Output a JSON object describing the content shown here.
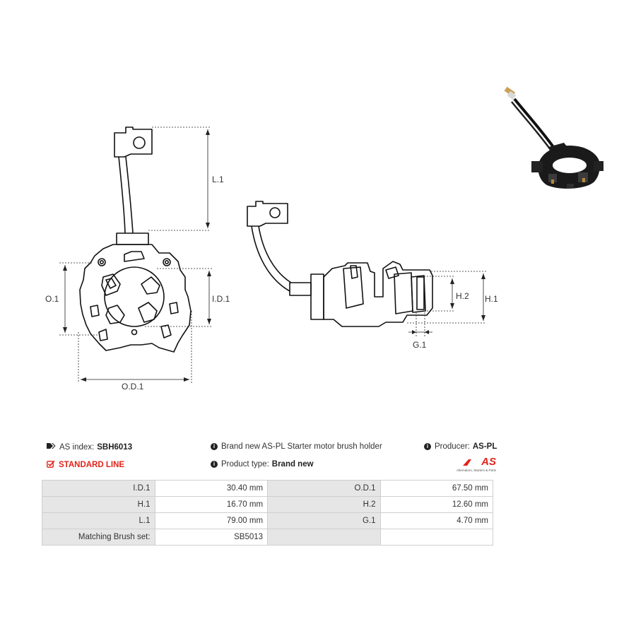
{
  "header": {
    "as_index_label": "AS index:",
    "as_index_value": "SBH6013",
    "line_label": "STANDARD LINE",
    "description": "Brand new AS-PL Starter motor brush holder",
    "product_type_label": "Product type:",
    "product_type_value": "Brand new",
    "producer_label": "Producer:",
    "producer_value": "AS-PL",
    "logo_text": "AS",
    "logo_subtext": "Alternators, Starters & Parts"
  },
  "diagram": {
    "labels": {
      "l1": "L.1",
      "o1": "O.1",
      "id1": "I.D.1",
      "od1": "O.D.1",
      "h2": "H.2",
      "h1": "H.1",
      "g1": "G.1"
    }
  },
  "specs": [
    {
      "label1": "I.D.1",
      "value1": "30.40 mm",
      "label2": "O.D.1",
      "value2": "67.50 mm"
    },
    {
      "label1": "H.1",
      "value1": "16.70 mm",
      "label2": "H.2",
      "value2": "12.60 mm"
    },
    {
      "label1": "L.1",
      "value1": "79.00 mm",
      "label2": "G.1",
      "value2": "4.70 mm"
    },
    {
      "label1": "Matching Brush set:",
      "value1": "SB5013",
      "label2": "",
      "value2": ""
    }
  ],
  "colors": {
    "accent": "#e2231a",
    "label_bg": "#e6e6e6",
    "border": "#cfcfcf"
  }
}
